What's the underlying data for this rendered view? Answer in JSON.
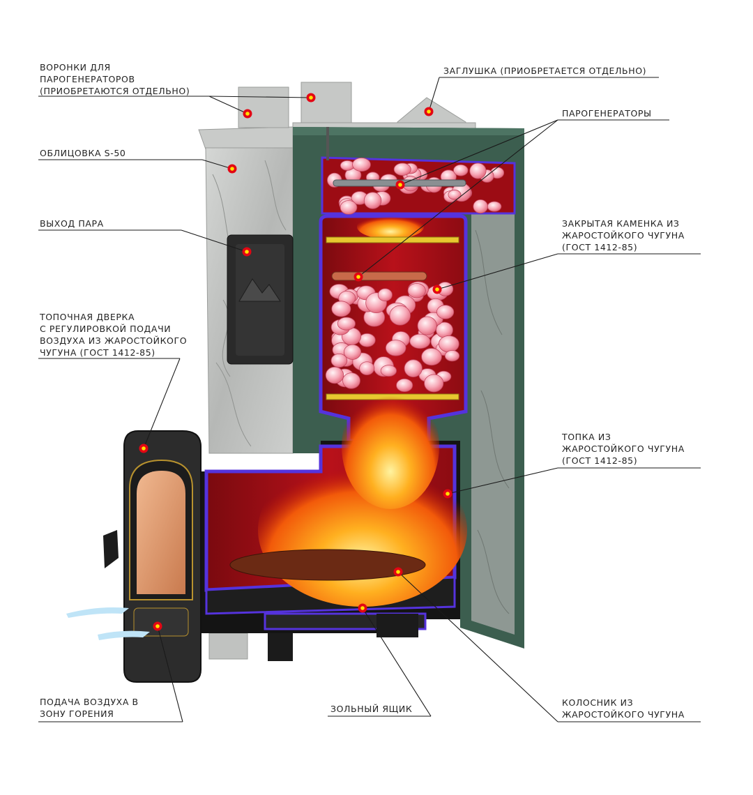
{
  "labels": {
    "funnels": [
      "ВОРОНКИ ДЛЯ",
      "ПАРОГЕНЕРАТОРОВ",
      "(ПРИОБРЕТАЮТСЯ ОТДЕЛЬНО)"
    ],
    "cladding": [
      "ОБЛИЦОВКА S-50"
    ],
    "steam_outlet": [
      "ВЫХОД ПАРА"
    ],
    "firebox_door": [
      "ТОПОЧНАЯ ДВЕРКА",
      "С РЕГУЛИРОВКОЙ ПОДАЧИ",
      "ВОЗДУХА ИЗ ЖАРОСТОЙКОГО",
      "ЧУГУНА (ГОСТ 1412-85)"
    ],
    "air_supply": [
      "ПОДАЧА ВОЗДУХА В",
      "ЗОНУ ГОРЕНИЯ"
    ],
    "plug": [
      "ЗАГЛУШКА (ПРИОБРЕТАЕТСЯ ОТДЕЛЬНО)"
    ],
    "steam_generators": [
      "ПАРОГЕНЕРАТОРЫ"
    ],
    "closed_heater": [
      "ЗАКРЫТАЯ КАМЕНКА ИЗ",
      "ЖАРОСТОЙКОГО ЧУГУНА",
      "(ГОСТ 1412-85)"
    ],
    "firebox": [
      "ТОПКА ИЗ",
      "ЖАРОСТОЙКОГО ЧУГУНА",
      "(ГОСТ 1412-85)"
    ],
    "ash_box": [
      "ЗОЛЬНЫЙ ЯЩИК"
    ],
    "grate": [
      "КОЛОСНИК ИЗ",
      "ЖАРОСТОЙКОГО ЧУГУНА"
    ]
  },
  "colors": {
    "frame_green": "#3c5e4f",
    "interior_red": "#a50d14",
    "cast_iron_outline": "#5533dd",
    "stone_gray": "#c4c6c4",
    "callout_dot": "#e30613",
    "callout_dot_center": "#ffe100",
    "stones_pink": "#f07890",
    "flame_orange": "#ff7a10"
  }
}
